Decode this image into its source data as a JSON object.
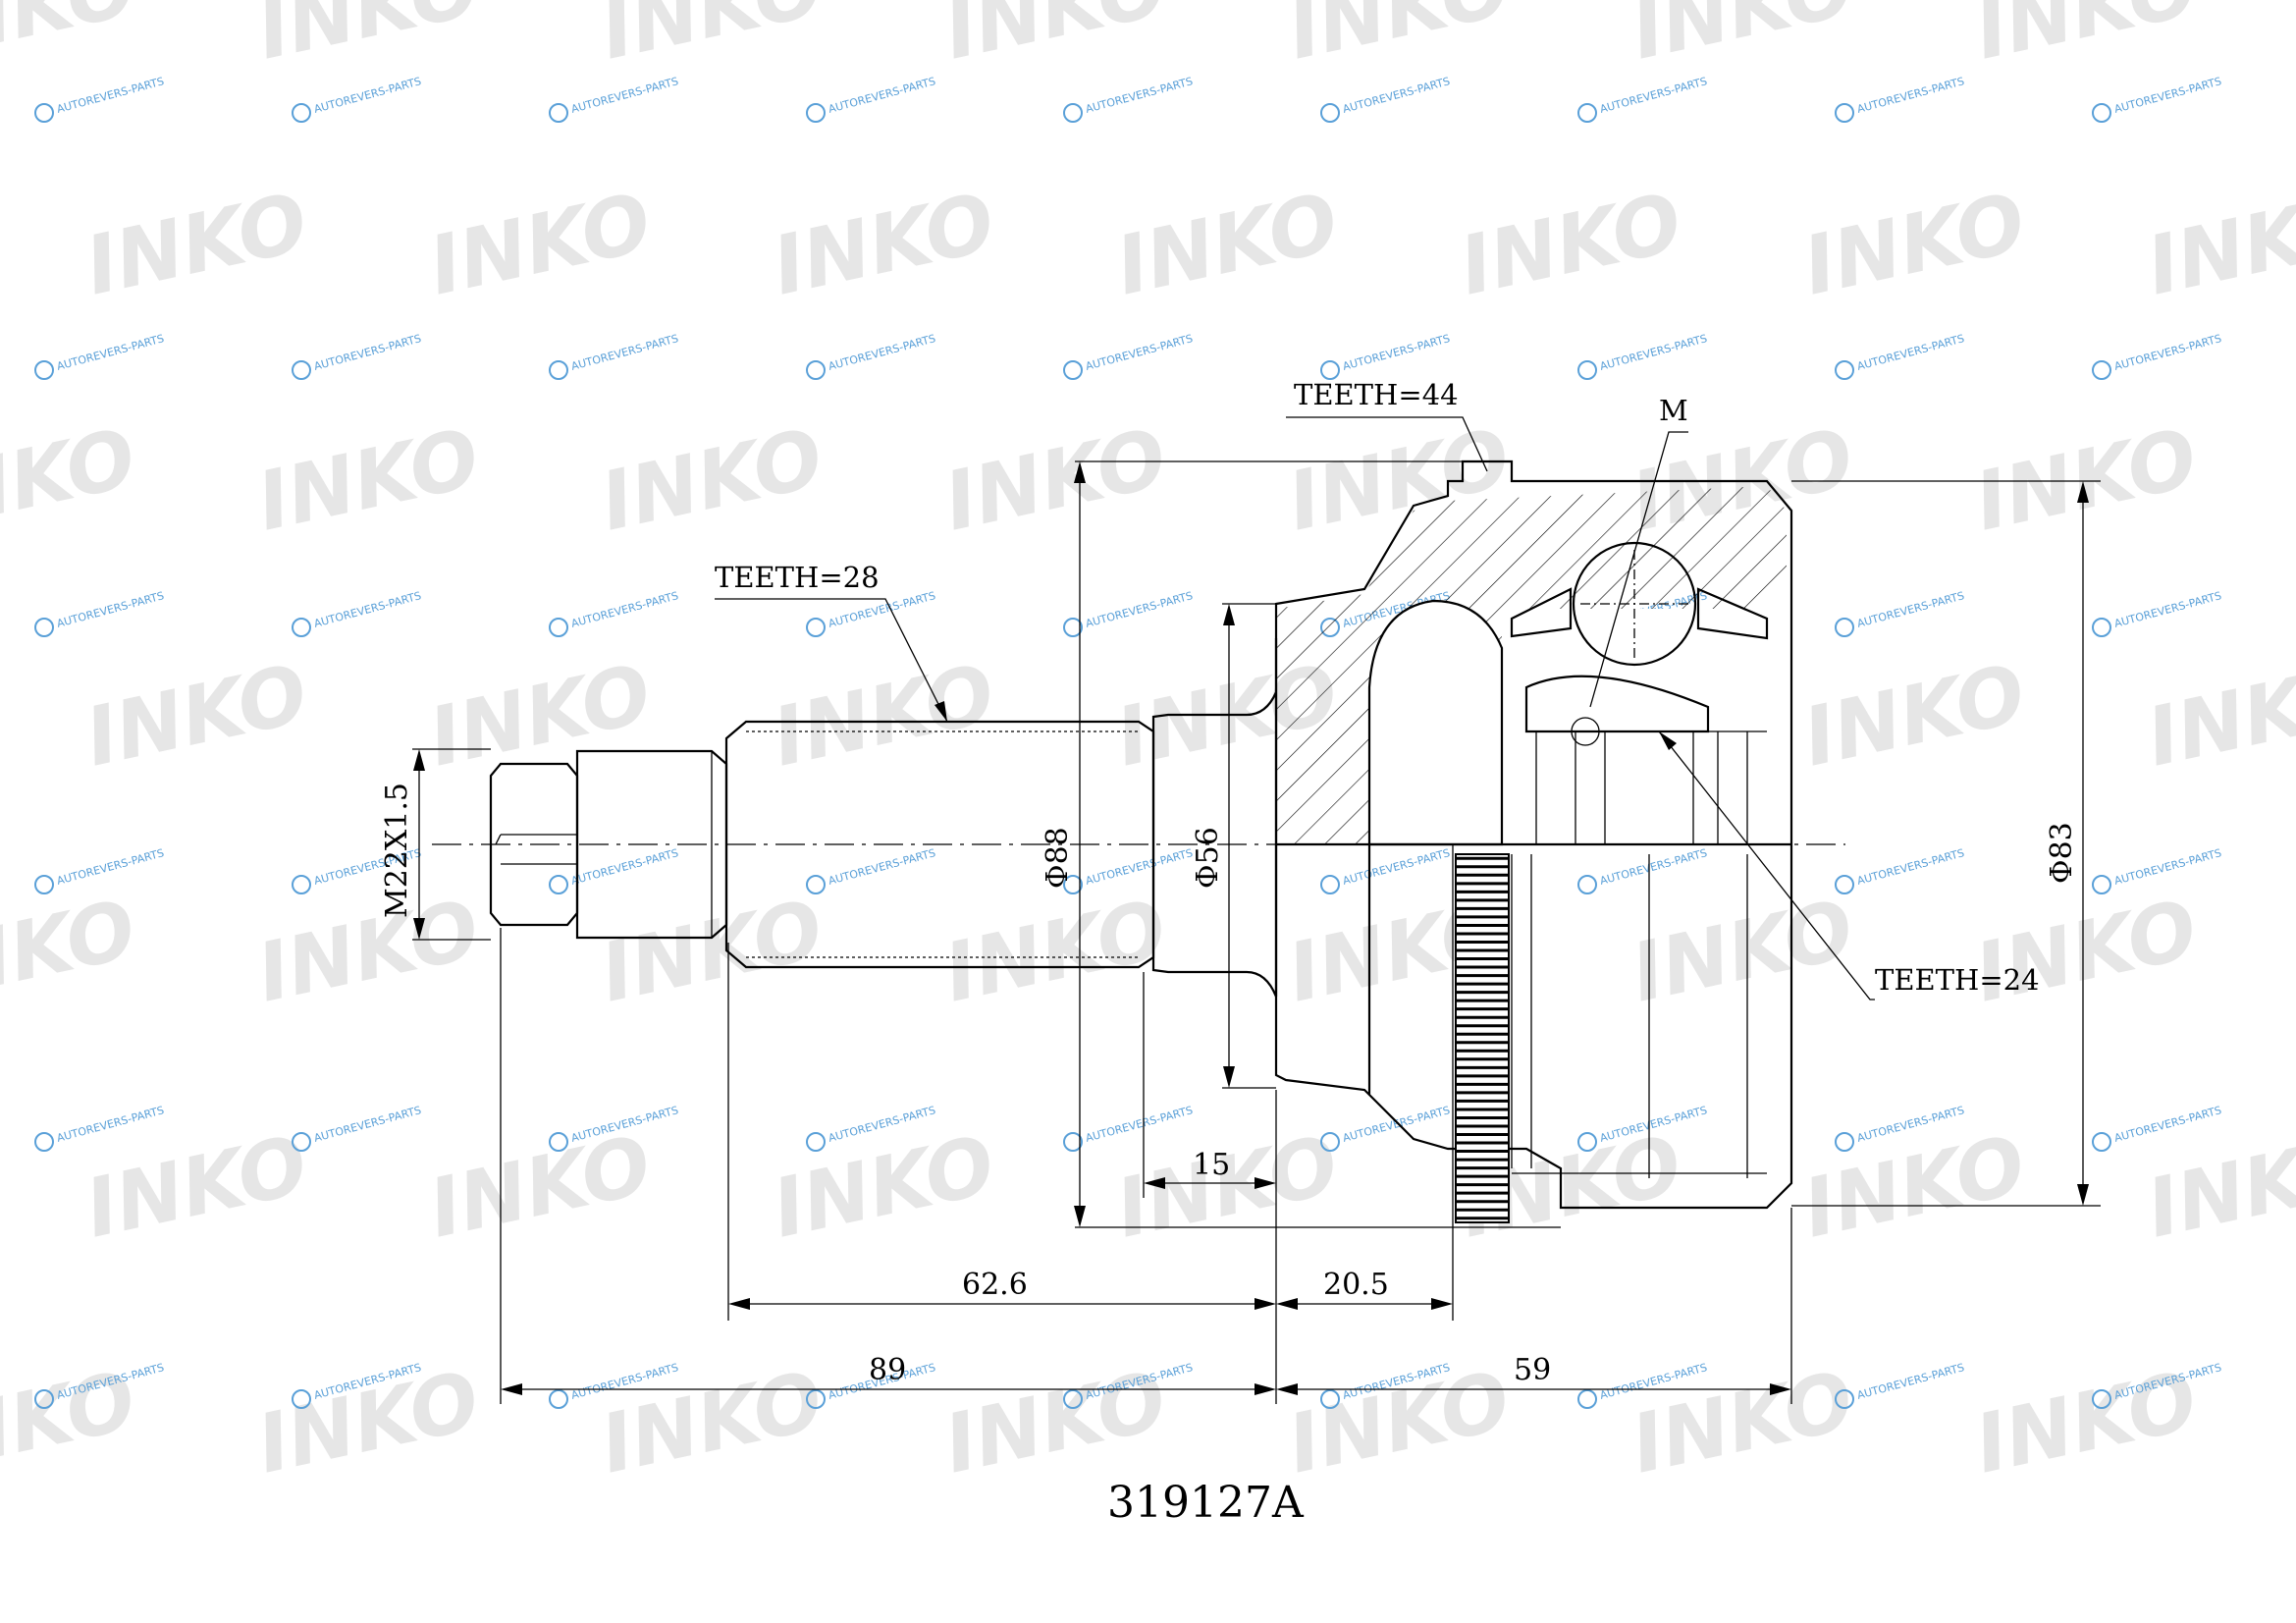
{
  "watermarks": {
    "brand": "INKO",
    "site": "AUTOREVERS-PARTS",
    "site_icon": "autorevers-logo-icon"
  },
  "labels": {
    "teeth_spline_shaft": "TEETH=28",
    "teeth_abs_ring": "TEETH=44",
    "teeth_inner": "TEETH=24",
    "marker_m": "M",
    "thread": "M22X1.5",
    "dia_88": "Φ88",
    "dia_56": "Φ56",
    "dia_83": "Φ83",
    "dim_15": "15",
    "dim_62_6": "62.6",
    "dim_20_5": "20.5",
    "dim_89": "89",
    "dim_59": "59",
    "part_number": "319127A"
  },
  "colors": {
    "line": "#000000",
    "watermark_text": "#e6e6e6",
    "watermark_site": "#5aa0d8",
    "background": "#ffffff"
  }
}
